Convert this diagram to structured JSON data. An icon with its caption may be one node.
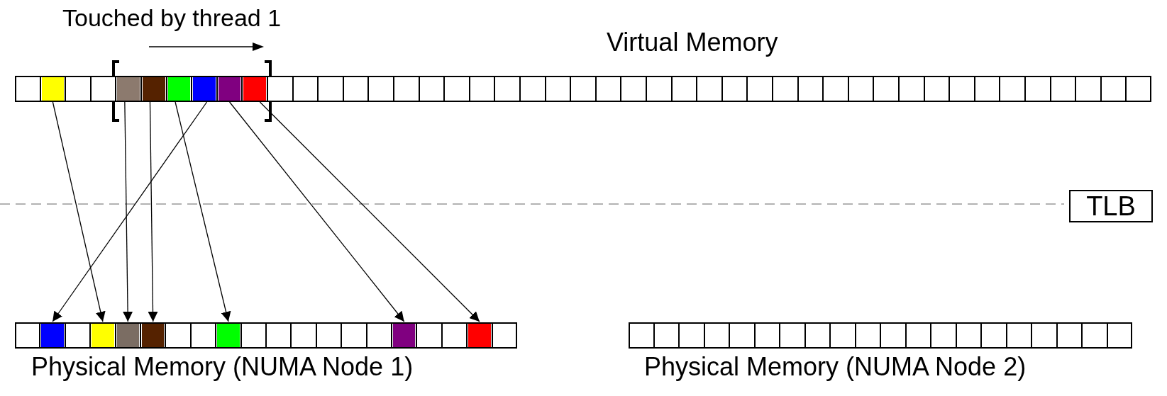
{
  "diagram": {
    "nodes": [
      {
        "text": [
          "Virtual Memory"
        ]
      },
      {
        "text": [],
        "shape": "box",
        "in": 0
      },
      {
        "text": [],
        "shape": "box",
        "in": 0
      },
      {
        "text": [],
        "shape": "box",
        "in": 0
      },
      {
        "text": [],
        "shape": "box",
        "in": 0
      },
      {
        "text": [],
        "shape": "box",
        "in": 0
      },
      {
        "text": [],
        "shape": "box",
        "in": 0
      },
      {
        "text": [],
        "shape": "box",
        "in": 0
      },
      {
        "text": [
          "Physical Memory (NUMA Node 1)"
        ]
      },
      {
        "text": [],
        "shape": "box",
        "in": 8
      },
      {
        "text": [],
        "shape": "box",
        "in": 8
      },
      {
        "text": [],
        "shape": "box",
        "in": 8
      },
      {
        "text": [],
        "shape": "box",
        "in": 8
      },
      {
        "text": [],
        "shape": "box",
        "in": 8
      },
      {
        "text": [],
        "shape": "box",
        "in": 8
      },
      {
        "text": [],
        "shape": "box",
        "in": 8
      },
      {
        "text": [
          "Physical Memory (NUMA Node 2)"
        ]
      },
      {
        "text": [
          "TLB"
        ]
      }
    ],
    "edges": [
      {
        "from": 1,
        "to": 10,
        "arrow": "to"
      },
      {
        "from": 2,
        "to": 11,
        "arrow": "to"
      },
      {
        "from": 3,
        "to": 12,
        "arrow": "to"
      },
      {
        "from": 4,
        "to": 13,
        "arrow": "to"
      },
      {
        "from": 5,
        "to": 9,
        "arrow": "to"
      },
      {
        "from": 6,
        "to": 14,
        "arrow": "to"
      },
      {
        "from": 7,
        "to": 15,
        "arrow": "to"
      }
    ],
    "labels": [
      "Touched by thread 1"
    ]
  }
}
